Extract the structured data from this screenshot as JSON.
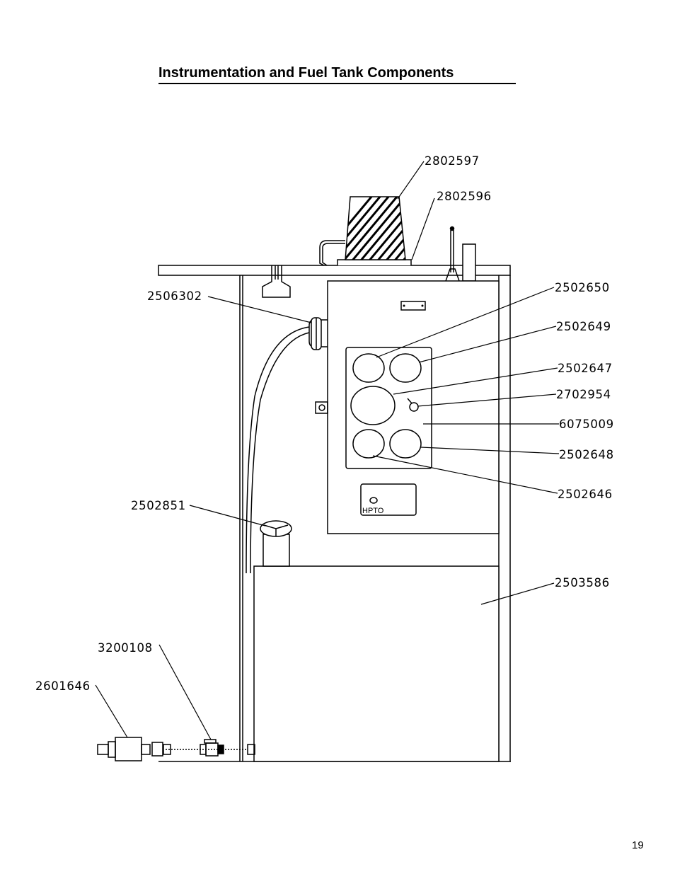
{
  "title": "Instrumentation and Fuel Tank Components",
  "page_number": "19",
  "panel_label": "HPTO",
  "part_numbers": {
    "cover_upper": "2802597",
    "cover_base": "2802596",
    "handle": "2506302",
    "gauge_top_left": "2502650",
    "gauge_top_right": "2502649",
    "gauge_large": "2502647",
    "key_switch": "2702954",
    "panel": "6075009",
    "gauge_bottom_right": "2502648",
    "gauge_bottom_left": "2502646",
    "fuel_cap": "2502851",
    "fuel_tank": "2503586",
    "shutoff_valve": "3200108",
    "fuel_filter": "2601646"
  }
}
